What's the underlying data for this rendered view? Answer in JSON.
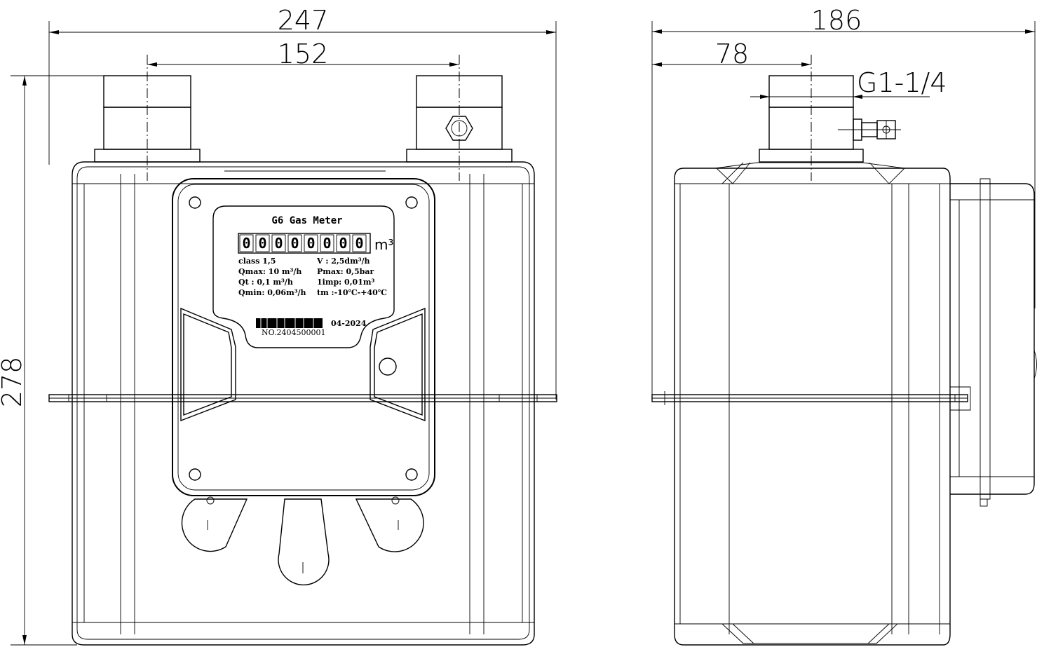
{
  "dimensions": {
    "width_overall": "247",
    "inlet_spacing": "152",
    "height_overall": "278",
    "depth_overall": "186",
    "connection_offset": "78",
    "thread": "G1-1/4"
  },
  "nameplate": {
    "title": "G6  Gas Meter",
    "digits": [
      "0",
      "0",
      "0",
      "0",
      "0",
      "0",
      "0",
      "0"
    ],
    "unit": "m³",
    "specs": [
      {
        "left": "class  1,5",
        "right": "V   : 2,5dm³/h"
      },
      {
        "left": "Qmax:  10  m³/h",
        "right": "Pmax: 0,5bar"
      },
      {
        "left": "Qt  :  0,1 m³/h",
        "right": "1imp: 0,01m³"
      },
      {
        "left": "Qmin:  0,06m³/h",
        "right": "tm  :-10℃-+40℃"
      }
    ],
    "serial": "NO.2404500001",
    "date": "04-2024"
  }
}
